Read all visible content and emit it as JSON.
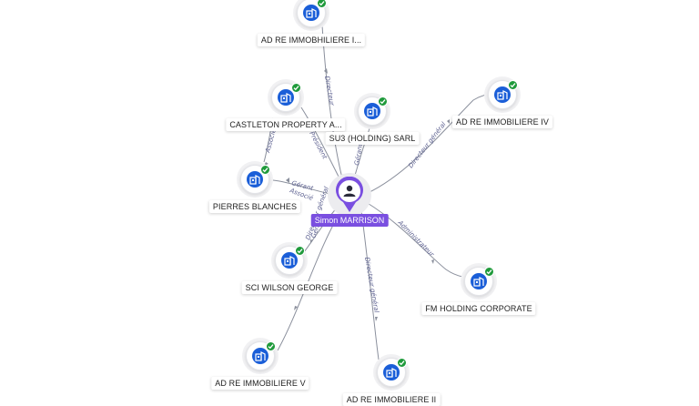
{
  "person": {
    "name": "Simon MARRISON",
    "icon": "person-icon"
  },
  "colors": {
    "person": "#7a4fe0",
    "company_icon": "#1a5ed8",
    "verified": "#1f9a3b",
    "edge": "#8a8f9c",
    "edge_label": "#5b5f8f"
  },
  "companies": [
    {
      "name": "AD RE IMMOBHILIERE I...",
      "verified": true,
      "relation": "Directeur"
    },
    {
      "name": "CASTLETON PROPERTY A...",
      "verified": true,
      "relation": "Associé"
    },
    {
      "name": "SU3 (HOLDING) SARL",
      "verified": true,
      "relation": "Gérant"
    },
    {
      "name": "AD RE IMMOBILIERE IV",
      "verified": true,
      "relation": "Directeur général"
    },
    {
      "name": "PIERRES BLANCHES",
      "verified": true,
      "relation": "Gérant"
    },
    {
      "name": "SCI WILSON GEORGE",
      "verified": true,
      "relation": "Gérant"
    },
    {
      "name": "FM HOLDING CORPORATE",
      "verified": true,
      "relation": "Administrateur"
    },
    {
      "name": "AD RE IMMOBILIERE V",
      "verified": true,
      "relation": "Directeur général"
    },
    {
      "name": "AD RE IMMOBILIERE II",
      "verified": true,
      "relation": "Directeur général"
    }
  ],
  "edge_labels": [
    {
      "text": "Directeur"
    },
    {
      "text": "Président"
    },
    {
      "text": "Associé"
    },
    {
      "text": "Gérant"
    },
    {
      "text": "Directeur général"
    },
    {
      "text": "Gérant"
    },
    {
      "text": "Associé"
    },
    {
      "text": "Administrateur"
    },
    {
      "text": "Directeur général"
    },
    {
      "text": "Gérant"
    },
    {
      "text": "Directeur général"
    }
  ]
}
